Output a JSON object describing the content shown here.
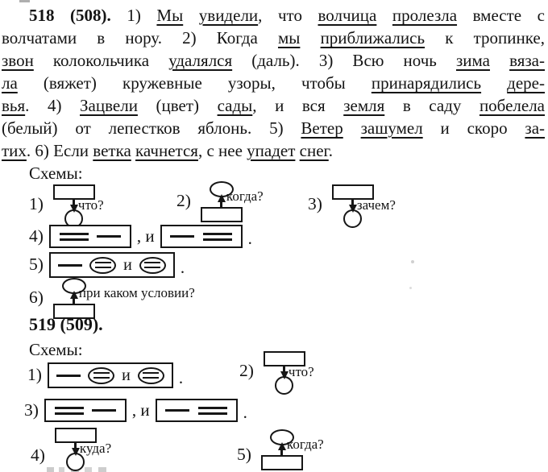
{
  "doc": {
    "exercise_518": {
      "text_lines": [
        {
          "indent": true,
          "justify": true,
          "segments": [
            {
              "t": "518 (508).",
              "b": true
            },
            {
              "t": " 1) "
            },
            {
              "t": "Мы",
              "u": true
            },
            {
              "t": " "
            },
            {
              "t": "увидели",
              "u": true
            },
            {
              "t": ", что "
            },
            {
              "t": "волчица",
              "u": true
            },
            {
              "t": " "
            },
            {
              "t": "пролезла",
              "u": true
            },
            {
              "t": " вместе с"
            }
          ]
        },
        {
          "justify": true,
          "segments": [
            {
              "t": "волчатами в нору. 2) Когда "
            },
            {
              "t": "мы",
              "u": true
            },
            {
              "t": " "
            },
            {
              "t": "приближались",
              "u": true
            },
            {
              "t": " к тропинке,"
            }
          ]
        },
        {
          "justify": true,
          "segments": [
            {
              "t": "звон",
              "u": true
            },
            {
              "t": " колокольчика "
            },
            {
              "t": "удалялся",
              "u": true
            },
            {
              "t": " (даль). 3) Всю ночь "
            },
            {
              "t": "зима",
              "u": true
            },
            {
              "t": " "
            },
            {
              "t": "вяза-",
              "u": true
            }
          ]
        },
        {
          "justify": true,
          "segments": [
            {
              "t": "ла",
              "u": true
            },
            {
              "t": " (вяжет) кружевные узоры, чтобы "
            },
            {
              "t": "принарядились",
              "u": true
            },
            {
              "t": " "
            },
            {
              "t": "дере-",
              "u": true
            }
          ]
        },
        {
          "justify": true,
          "segments": [
            {
              "t": "вья",
              "u": true
            },
            {
              "t": ". 4) "
            },
            {
              "t": "Зацвели",
              "u": true
            },
            {
              "t": " (цвет) "
            },
            {
              "t": "сады",
              "u": true
            },
            {
              "t": ", и вся "
            },
            {
              "t": "земля",
              "u": true
            },
            {
              "t": " в саду "
            },
            {
              "t": "побелела",
              "u": true
            }
          ]
        },
        {
          "justify": true,
          "segments": [
            {
              "t": "(белый) от лепестков яблонь. 5) "
            },
            {
              "t": "Ветер",
              "u": true
            },
            {
              "t": " "
            },
            {
              "t": "зашумел",
              "u": true
            },
            {
              "t": " и скоро "
            },
            {
              "t": "за-",
              "u": true
            }
          ]
        },
        {
          "segments": [
            {
              "t": "тих",
              "u": true
            },
            {
              "t": ". 6) Если "
            },
            {
              "t": "ветка",
              "u": true
            },
            {
              "t": " "
            },
            {
              "t": "качнется",
              "u": true
            },
            {
              "t": ", с нее "
            },
            {
              "t": "упадет",
              "u": true
            },
            {
              "t": " "
            },
            {
              "t": "снег",
              "u": true
            },
            {
              "t": "."
            }
          ]
        },
        {
          "indent": true,
          "segments": [
            {
              "t": "Схемы:"
            }
          ]
        }
      ],
      "schemes": [
        {
          "num": "1)",
          "type": "arrow_down",
          "question": "что?"
        },
        {
          "num": "2)",
          "type": "arrow_up",
          "question": "когда?"
        },
        {
          "num": "3)",
          "type": "arrow_down",
          "question": "зачем?"
        },
        {
          "num": "4)",
          "type": "two_clauses",
          "separator": ", и",
          "end": "."
        },
        {
          "num": "5)",
          "type": "homogeneous",
          "conjunction": "и",
          "end": "."
        },
        {
          "num": "6)",
          "type": "arrow_up",
          "question": "при каком условии?"
        }
      ]
    },
    "exercise_519": {
      "heading": "519 (509).",
      "schemes_label": "Схемы:",
      "schemes": [
        {
          "num": "1)",
          "type": "homogeneous",
          "conjunction": "и",
          "end": "."
        },
        {
          "num": "2)",
          "type": "arrow_down",
          "question": "что?"
        },
        {
          "num": "3)",
          "type": "two_clauses",
          "separator": ", и",
          "end": "."
        },
        {
          "num": "4)",
          "type": "arrow_down",
          "question": "куда?"
        },
        {
          "num": "5)",
          "type": "arrow_up",
          "question": "когда?"
        }
      ]
    }
  }
}
